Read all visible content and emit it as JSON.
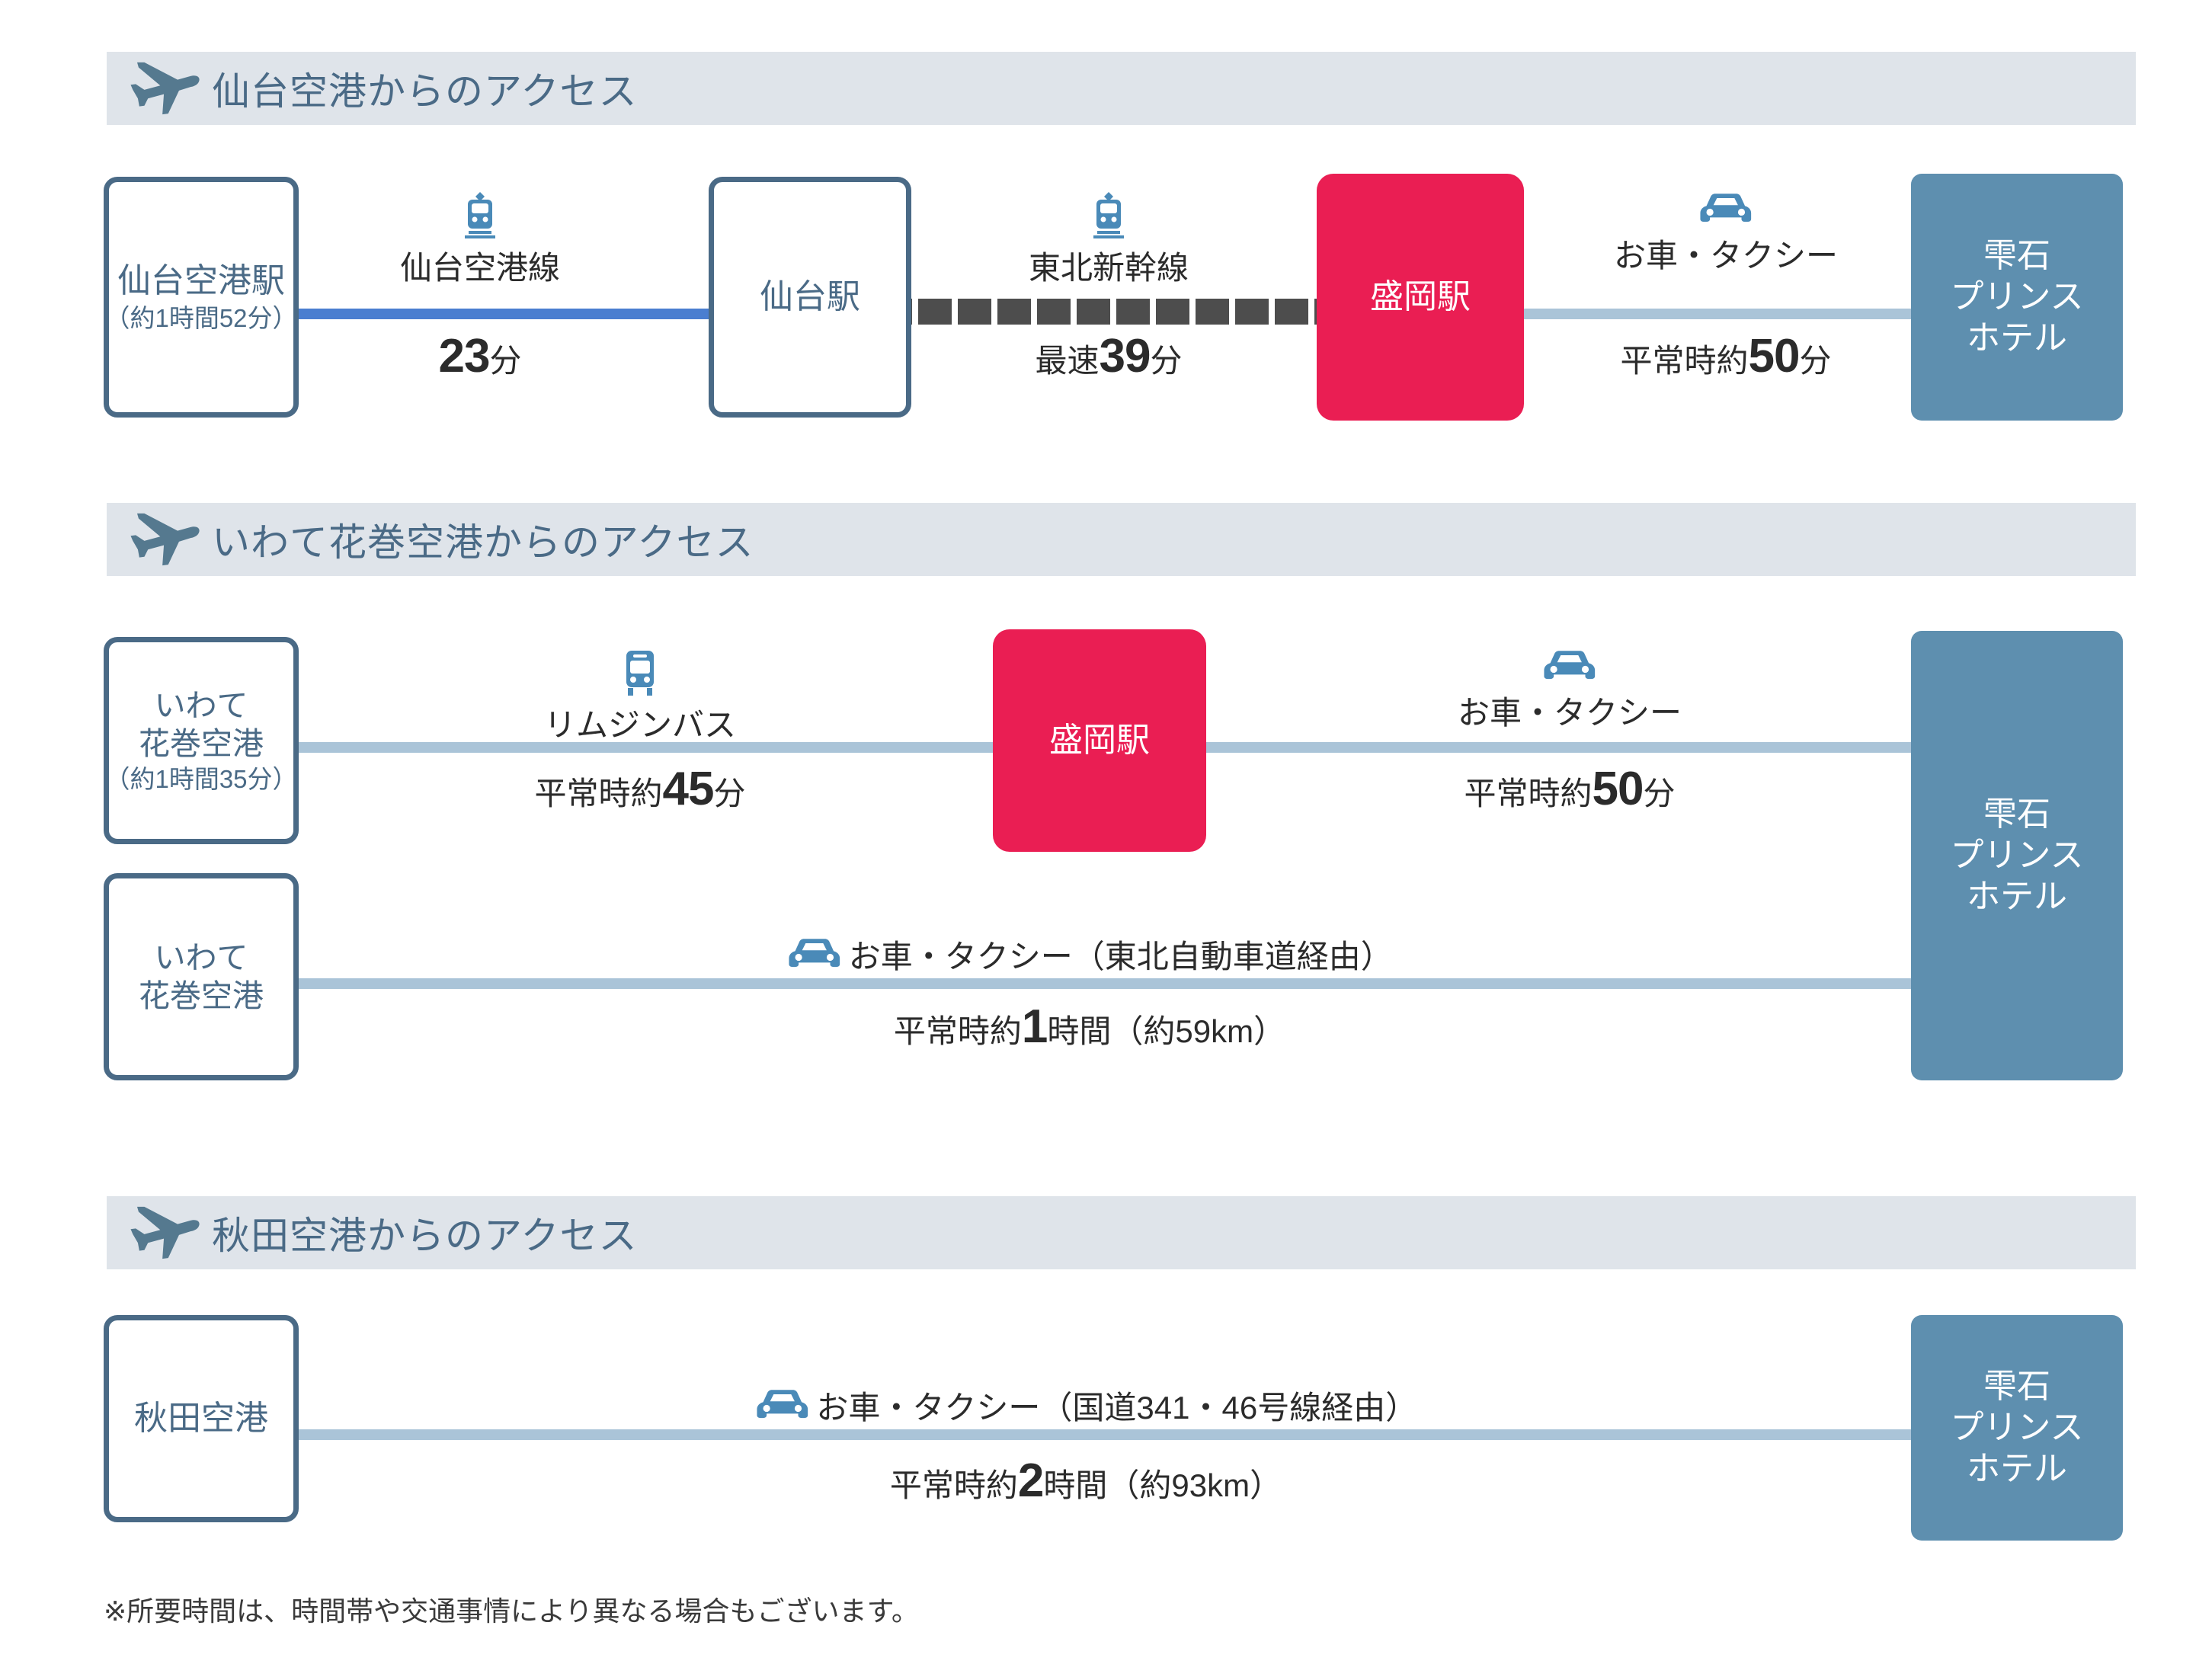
{
  "colors": {
    "header_band": "#dfe4ea",
    "header_text": "#4a6a86",
    "node_outline": "#4a6a86",
    "node_accent": "#ea1e53",
    "node_dest": "#5e8faf",
    "line_plain": "#aac4d8",
    "line_blue": "#4a7ed0",
    "line_shinkansen": "#4d4d4d",
    "icon_blue": "#4a8ab8",
    "text_dark": "#2b2b2b"
  },
  "sections": [
    {
      "icon": "airplane-icon",
      "title": "仙台空港からのアクセス",
      "nodes": {
        "origin": {
          "title": "仙台空港駅",
          "sub": "（約1時間52分）"
        },
        "mid1": {
          "title": "仙台駅"
        },
        "mid2": {
          "title": "盛岡駅"
        },
        "dest": {
          "line1": "雫石",
          "line2": "プリンス",
          "line3": "ホテル"
        }
      },
      "segments": [
        {
          "icon": "train-icon",
          "mode": "仙台空港線",
          "time_prefix": "",
          "time_big": "23",
          "time_suffix": "分",
          "line": "blue"
        },
        {
          "icon": "train-icon",
          "mode": "東北新幹線",
          "time_prefix": "最速",
          "time_big": "39",
          "time_suffix": "分",
          "line": "shinkansen"
        },
        {
          "icon": "car-icon",
          "mode": "お車・タクシー",
          "time_prefix": "平常時約",
          "time_big": "50",
          "time_suffix": "分",
          "line": "plain"
        }
      ]
    },
    {
      "icon": "airplane-icon",
      "title": "いわて花巻空港からのアクセス",
      "nodes": {
        "origin_a": {
          "line1": "いわて",
          "line2": "花巻空港",
          "sub": "（約1時間35分）"
        },
        "origin_b": {
          "line1": "いわて",
          "line2": "花巻空港"
        },
        "mid": {
          "title": "盛岡駅"
        },
        "dest": {
          "line1": "雫石",
          "line2": "プリンス",
          "line3": "ホテル"
        }
      },
      "segments": [
        {
          "icon": "bus-icon",
          "mode": "リムジンバス",
          "time_prefix": "平常時約",
          "time_big": "45",
          "time_suffix": "分",
          "line": "plain"
        },
        {
          "icon": "car-icon",
          "mode": "お車・タクシー",
          "time_prefix": "平常時約",
          "time_big": "50",
          "time_suffix": "分",
          "line": "plain"
        },
        {
          "icon": "car-icon",
          "mode": "お車・タクシー（東北自動車道経由）",
          "time_prefix": "平常時約",
          "time_big": "1",
          "time_suffix": "時間（約59km）",
          "line": "plain"
        }
      ]
    },
    {
      "icon": "airplane-icon",
      "title": "秋田空港からのアクセス",
      "nodes": {
        "origin": {
          "title": "秋田空港"
        },
        "dest": {
          "line1": "雫石",
          "line2": "プリンス",
          "line3": "ホテル"
        }
      },
      "segments": [
        {
          "icon": "car-icon",
          "mode": "お車・タクシー（国道341・46号線経由）",
          "time_prefix": "平常時約",
          "time_big": "2",
          "time_suffix": "時間（約93km）",
          "line": "plain"
        }
      ]
    }
  ],
  "footnote": "※所要時間は、時間帯や交通事情により異なる場合もございます。"
}
